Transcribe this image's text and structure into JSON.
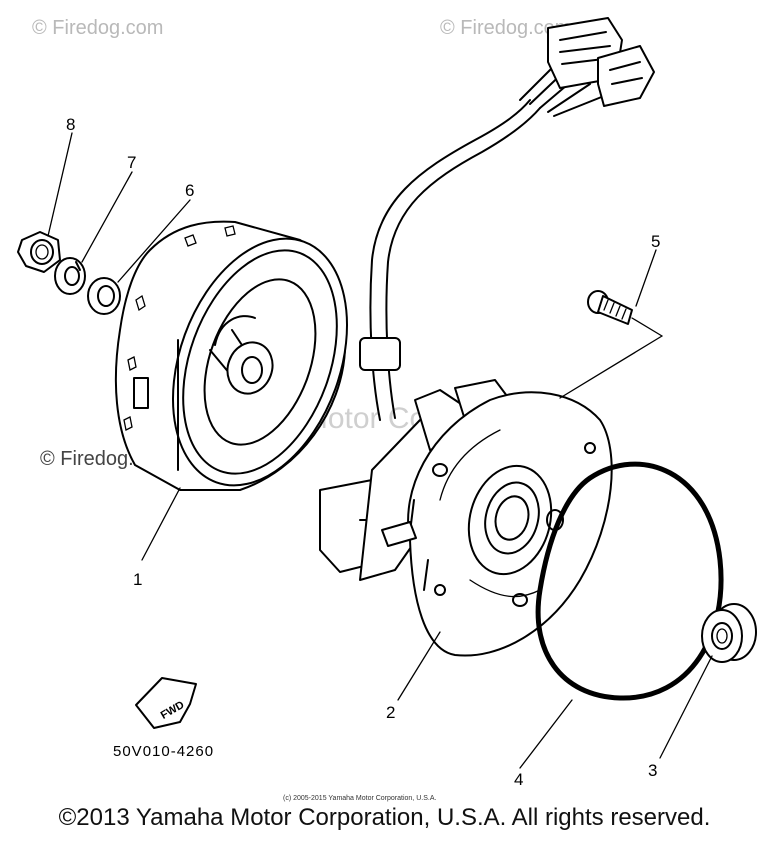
{
  "watermarks": {
    "top_left": "© Firedog.com",
    "top_right": "© Firedog.com",
    "mid_left": "© Firedog.com",
    "center": "Yamaha Motor Corp., U.S.A."
  },
  "callouts": {
    "flywheel": "1",
    "stator": "2",
    "bearing": "3",
    "oring": "4",
    "screw": "5",
    "washer": "6",
    "lockwasher": "7",
    "nut": "8"
  },
  "fwd_label": "FWD",
  "part_code": "50V010-4260",
  "small_copyright": "(c) 2005-2015 Yamaha Motor Corporation, U.S.A.",
  "footer_copyright": "©2013 Yamaha Motor Corporation, U.S.A. All rights reserved."
}
